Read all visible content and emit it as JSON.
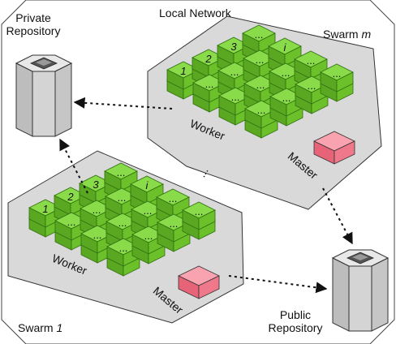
{
  "network": {
    "title": "Local Network"
  },
  "private_repo": {
    "label_line1": "Private",
    "label_line2": "Repository"
  },
  "public_repo": {
    "label_line1": "Public",
    "label_line2": "Repository"
  },
  "swarm_top": {
    "label_prefix": "Swarm ",
    "label_var": "m",
    "worker_label": "Worker",
    "master_label": "Master",
    "node_labels": [
      "1",
      "2",
      "3",
      "...",
      "i"
    ]
  },
  "swarm_bottom": {
    "label_prefix": "Swarm ",
    "label_var": "1",
    "worker_label": "Worker",
    "master_label": "Master",
    "node_labels": [
      "1",
      "2",
      "3",
      "...",
      "i"
    ]
  },
  "between_swarms": "...",
  "colors": {
    "worker_top": "#7ad13d",
    "worker_side": "#4f9a1c",
    "master": "#f47a8c",
    "swarm_fill": "#d9d9d9",
    "repo_fill": "#cfcfcf"
  }
}
